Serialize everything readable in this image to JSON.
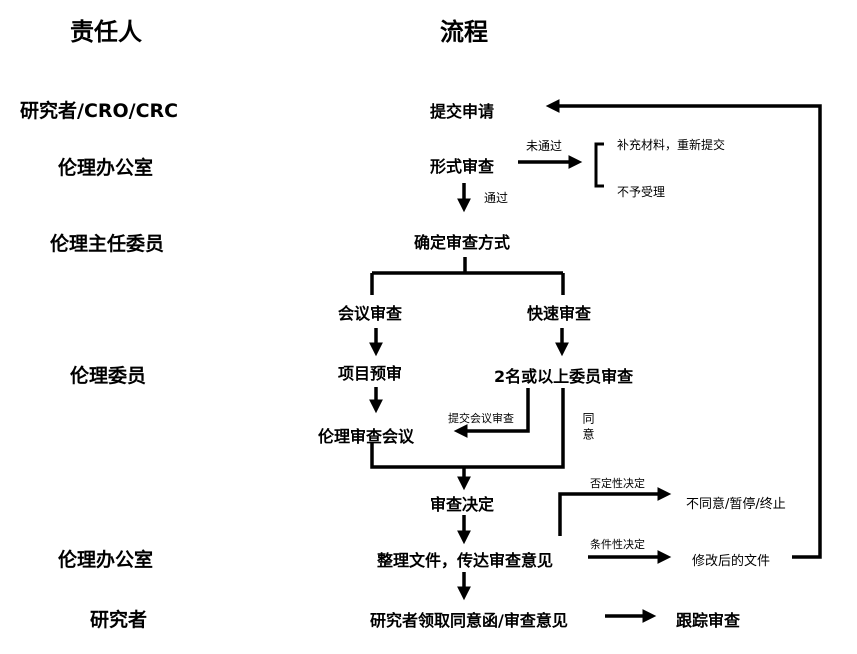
{
  "headers": {
    "responsible": "责任人",
    "process": "流程"
  },
  "roles": [
    "研究者/CRO/CRC",
    "伦理办公室",
    "伦理主任委员",
    "伦理委员",
    "伦理办公室",
    "研究者"
  ],
  "nodes": {
    "submit": "提交申请",
    "formal_review": "形式审查",
    "determine_method": "确定审查方式",
    "meeting_review": "会议审查",
    "fast_review": "快速审查",
    "project_prereview": "项目预审",
    "two_members_review": "2名或以上委员审查",
    "ethics_meeting": "伦理审查会议",
    "review_decision": "审查决定",
    "organize_docs": "整理文件，传达审查意见",
    "receive_letter": "研究者领取同意函/审查意见",
    "follow_up": "跟踪审查",
    "disagree": "不同意/暂停/终止",
    "modified_docs": "修改后的文件",
    "supplement": "补充材料，重新提交",
    "not_accepted": "不予受理"
  },
  "labels": {
    "not_passed": "未通过",
    "passed": "通过",
    "submit_meeting": "提交会议审查",
    "agree": "同意",
    "negative_decision": "否定性决定",
    "conditional_decision": "条件性决定"
  }
}
